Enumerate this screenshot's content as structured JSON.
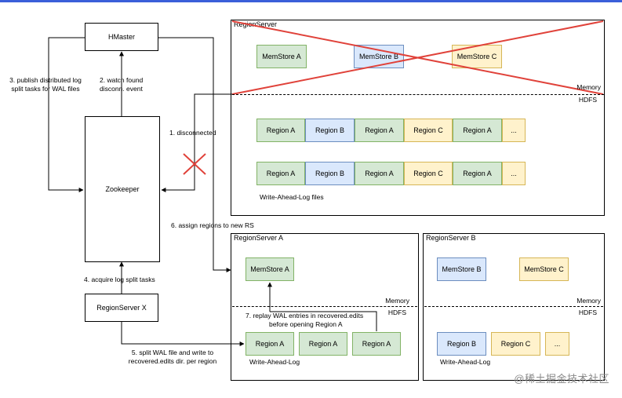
{
  "nodes": {
    "hmaster": "HMaster",
    "zookeeper": "Zookeeper",
    "regionserver_x": "RegionServer X"
  },
  "steps": {
    "s1": "1. disconnected",
    "s2_line1": "2. watch found",
    "s2_line2": "disconn. event",
    "s3_line1": "3. publish distributed log",
    "s3_line2": "split tasks for WAL files",
    "s4": "4. acquire log split tasks",
    "s5_line1": "5. split WAL file and write to",
    "s5_line2": "recovered.edits dir. per region",
    "s6": "6. assign regions to new RS",
    "s7_line1": "7. replay WAL entries in recovered.edits",
    "s7_line2": "before opening Region A"
  },
  "failed_rs": {
    "title": "RegionServer",
    "memstores": [
      "MemStore A",
      "MemStore B",
      "MemStore C"
    ],
    "memory": "Memory",
    "hdfs": "HDFS",
    "wal_row1": [
      "Region A",
      "Region B",
      "Region A",
      "Region C",
      "Region A",
      "..."
    ],
    "wal_row2": [
      "Region A",
      "Region B",
      "Region A",
      "Region C",
      "Region A",
      "..."
    ],
    "wal_files_label": "Write-Ahead-Log files"
  },
  "rs_a": {
    "title": "RegionServer A",
    "memstore": "MemStore A",
    "memory": "Memory",
    "hdfs": "HDFS",
    "wal": [
      "Region A",
      "Region A",
      "Region A"
    ],
    "wal_label": "Write-Ahead-Log"
  },
  "rs_b": {
    "title": "RegionServer B",
    "memstores": [
      "MemStore B",
      "MemStore C"
    ],
    "memory": "Memory",
    "hdfs": "HDFS",
    "wal": [
      "Region B",
      "Region C",
      "..."
    ],
    "wal_label": "Write-Ahead-Log"
  },
  "colors": {
    "green_fill": "#d5e8d4",
    "green_stroke": "#82b366",
    "blue_fill": "#dae8fc",
    "blue_stroke": "#6c8ebf",
    "yellow_fill": "#fff2cc",
    "yellow_stroke": "#d6b656",
    "cross_red": "#e0423a"
  },
  "watermark": "@稀土掘金技术社区"
}
